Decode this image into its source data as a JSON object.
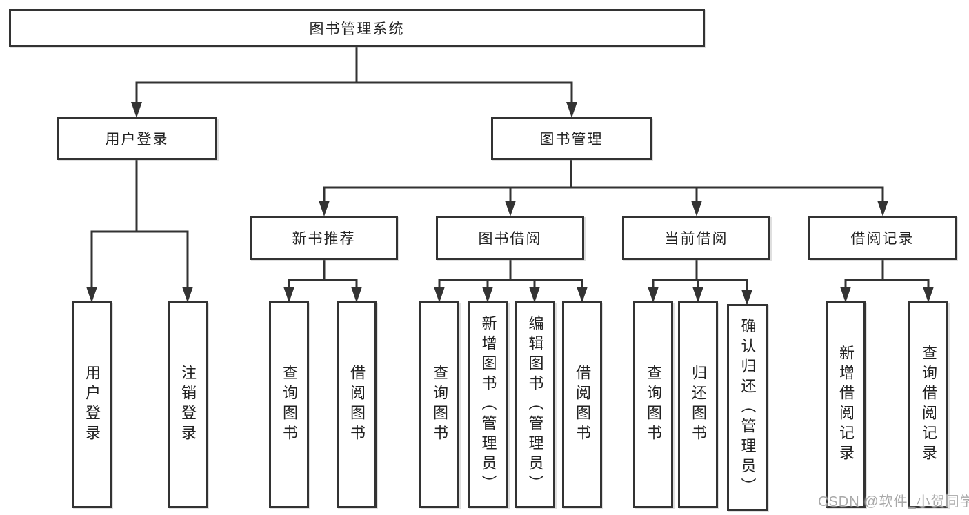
{
  "diagram": {
    "colors": {
      "line": "#333333",
      "box_border": "#333333",
      "text": "#222222",
      "background": "#ffffff",
      "watermark_text": "#a9a9a9"
    },
    "root": {
      "label": "图书管理系统"
    },
    "level2": [
      {
        "label": "用户登录"
      },
      {
        "label": "图书管理"
      }
    ],
    "level3": [
      {
        "label": "新书推荐"
      },
      {
        "label": "图书借阅"
      },
      {
        "label": "当前借阅"
      },
      {
        "label": "借阅记录"
      }
    ],
    "leaves": {
      "user_login": [
        {
          "label": "用户登录"
        },
        {
          "label": "注销登录"
        }
      ],
      "new_book": [
        {
          "label": "查询图书"
        },
        {
          "label": "借阅图书"
        }
      ],
      "book_borrow": [
        {
          "label": "查询图书"
        },
        {
          "label": "新增图书（管理员）"
        },
        {
          "label": "编辑图书（管理员）"
        },
        {
          "label": "借阅图书"
        }
      ],
      "current_borrow": [
        {
          "label": "查询图书"
        },
        {
          "label": "归还图书"
        },
        {
          "label": "确认归还（管理员）"
        }
      ],
      "borrow_record": [
        {
          "label": "新增借阅记录"
        },
        {
          "label": "查询借阅记录"
        }
      ]
    },
    "watermark": "CSDN @软件_小贺同学"
  }
}
